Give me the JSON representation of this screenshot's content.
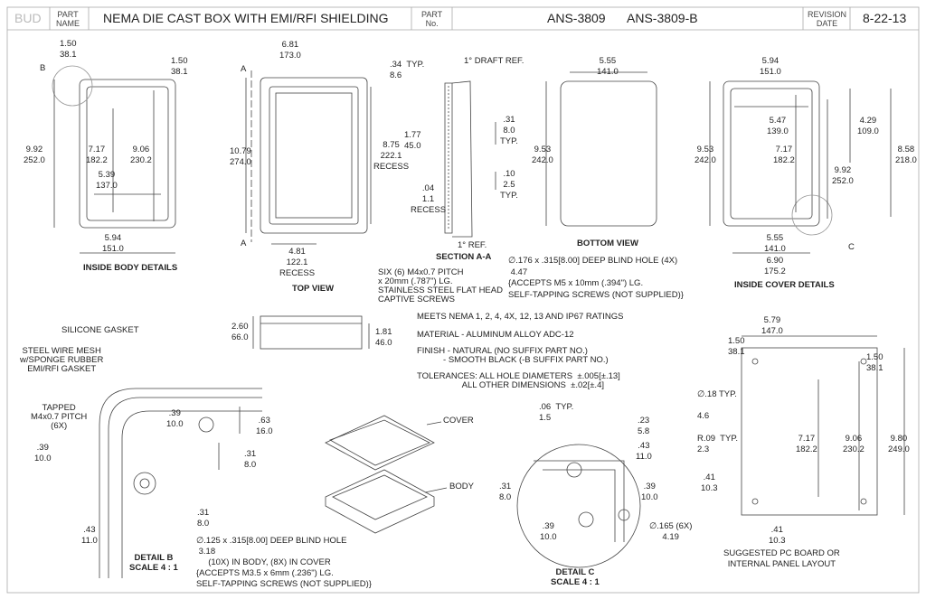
{
  "title_block": {
    "logo": "BUD",
    "part_name_label": "PART\nNAME",
    "part_name": "NEMA DIE CAST BOX WITH EMI/RFI SHIELDING",
    "part_no_label": "PART\nNo.",
    "part_no_1": "ANS-3809",
    "part_no_2": "ANS-3809-B",
    "revision_label": "REVISION\nDATE",
    "revision_date": "8-22-13"
  },
  "inside_body": {
    "d1": "1.50\n38.1",
    "marker_b": "B",
    "d2": "1.50\n38.1",
    "d3": "9.92\n252.0",
    "d4": "7.17\n182.2",
    "d5": "9.06\n230.2",
    "d6": "5.39\n137.0",
    "d7": "5.94\n151.0",
    "title": "INSIDE BODY DETAILS"
  },
  "top_view": {
    "d1": "6.81\n173.0",
    "marker_a1": "A",
    "d2": ".34  TYP.\n8.6",
    "d3": "10.79\n274.0",
    "d4": "1.77\n45.0",
    "d5": "8.75\n222.1\nRECESS",
    "d6": ".04\n1.1\nRECESS",
    "marker_a2": "A",
    "d7": "4.81\n122.1\nRECESS",
    "title": "TOP VIEW",
    "screws_note": "SIX (6) M4x0.7 PITCH\nx 20mm (.787\") LG.\nSTAINLESS STEEL FLAT HEAD\nCAPTIVE SCREWS"
  },
  "section": {
    "draft": "1° DRAFT REF.",
    "d1": ".31\n8.0\nTYP.",
    "d2": ".10\n2.5\nTYP.",
    "ref": "1° REF.",
    "title": "SECTION A-A"
  },
  "bottom_view": {
    "d1": "5.55\n141.0",
    "d2": "9.53\n242.0",
    "title": "BOTTOM VIEW",
    "hole_note": "∅.176 x .315[8.00] DEEP BLIND HOLE (4X)\n 4.47\n{ACCEPTS M5 x 10mm (.394\") LG.\nSELF-TAPPING SCREWS (NOT SUPPLIED)}"
  },
  "inside_cover": {
    "d1": "5.94\n151.0",
    "d2": "5.47\n139.0",
    "d3": "4.29\n109.0",
    "d4": "9.53\n242.0",
    "d5": "7.17\n182.2",
    "d6": "8.58\n218.0",
    "d7": "9.92\n252.0",
    "marker_c": "C",
    "d8": "5.55\n141.0",
    "d9": "6.90\n175.2",
    "title": "INSIDE COVER DETAILS"
  },
  "side_view": {
    "d1": "2.60\n66.0",
    "d2": "1.81\n46.0"
  },
  "notes": {
    "n1": "MEETS NEMA 1, 2, 4, 4X, 12, 13 AND IP67 RATINGS",
    "n2": "MATERIAL - ALUMINUM ALLOY ADC-12",
    "n3": "FINISH - NATURAL (NO SUFFIX PART NO.)\n           - SMOOTH BLACK (-B SUFFIX PART NO.)",
    "n4": "TOLERANCES: ALL HOLE DIAMETERS  ±.005[±.13]\n                   ALL OTHER DIMENSIONS  ±.02[±.4]"
  },
  "detail_b": {
    "gasket": "SILICONE GASKET",
    "mesh": "STEEL WIRE MESH\nw/SPONGE RUBBER\nEMI/RFI GASKET",
    "tapped": "TAPPED\nM4x0.7 PITCH\n(6X)",
    "d1": ".39\n10.0",
    "d2": ".39\n10.0",
    "d3": ".63\n16.0",
    "d4": ".31\n8.0",
    "d5": ".31\n8.0",
    "d6": ".43\n11.0",
    "title": "DETAIL B\nSCALE 4 : 1",
    "hole_note": "∅.125 x .315[8.00] DEEP BLIND HOLE\n 3.18\n     (10X) IN BODY, (8X) IN COVER\n{ACCEPTS M3.5 x 6mm (.236\") LG.\nSELF-TAPPING SCREWS (NOT SUPPLIED)}"
  },
  "exploded": {
    "cover": "COVER",
    "body": "BODY"
  },
  "detail_c": {
    "d1": ".06  TYP.\n1.5",
    "d2": ".23\n5.8",
    "d3": ".43\n11.0",
    "d4": ".31\n8.0",
    "d5": ".39\n10.0",
    "d6": ".39\n10.0",
    "d7": "∅.165 (6X)\n4.19",
    "title": "DETAIL C\nSCALE 4 : 1"
  },
  "pc_board": {
    "d1": "5.79\n147.0",
    "d2": "1.50\n38.1",
    "d3": "1.50\n38.1",
    "d4": "∅.18 TYP.\n4.6",
    "d5": "R.09  TYP.\n2.3",
    "d6": "7.17\n182.2",
    "d7": "9.06\n230.2",
    "d8": "9.80\n249.0",
    "d9": ".41\n10.3",
    "d10": ".41\n10.3",
    "title": "SUGGESTED PC BOARD OR\nINTERNAL PANEL LAYOUT"
  }
}
